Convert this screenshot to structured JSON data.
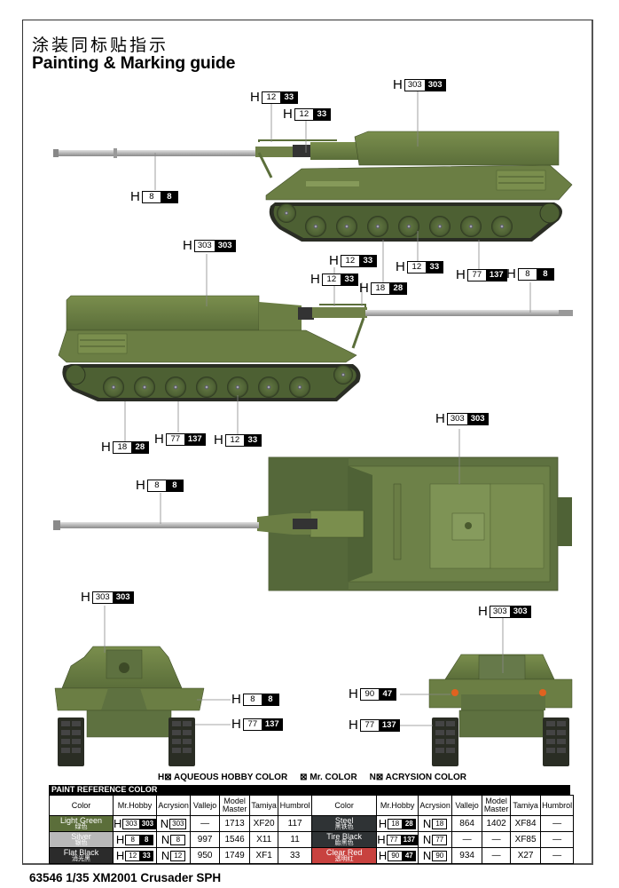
{
  "header": {
    "title_cn": "涂装同标贴指示",
    "title_en": "Painting & Marking guide"
  },
  "colors": {
    "light_green": "#5b6e3a",
    "hull_green": "#6a7d45",
    "hull_light": "#7d9152",
    "hull_dark": "#4a5a2e",
    "silver": "#b9b9b9",
    "flat_black": "#2b2b2b",
    "steel": "#2f3335",
    "tire_black": "#2f3335",
    "clear_red": "#c8423f"
  },
  "callouts": [
    {
      "view": "side-right",
      "h": "H",
      "w": "12",
      "b": "33"
    },
    {
      "view": "side-right",
      "h": "H",
      "w": "12",
      "b": "33"
    },
    {
      "view": "side-right",
      "h": "H",
      "w": "303",
      "b": "303"
    },
    {
      "view": "side-right",
      "h": "H",
      "w": "8",
      "b": "8"
    },
    {
      "view": "side-right",
      "h": "H",
      "w": "12",
      "b": "33"
    },
    {
      "view": "side-right",
      "h": "H",
      "w": "18",
      "b": "28"
    },
    {
      "view": "side-right",
      "h": "H",
      "w": "12",
      "b": "33"
    },
    {
      "view": "side-right",
      "h": "H",
      "w": "77",
      "b": "137"
    },
    {
      "view": "side-left",
      "h": "H",
      "w": "8",
      "b": "8"
    },
    {
      "view": "side-left",
      "h": "H",
      "w": "303",
      "b": "303"
    },
    {
      "view": "side-left",
      "h": "H",
      "w": "12",
      "b": "33"
    },
    {
      "view": "side-left",
      "h": "H",
      "w": "18",
      "b": "28"
    },
    {
      "view": "side-left",
      "h": "H",
      "w": "77",
      "b": "137"
    },
    {
      "view": "side-left",
      "h": "H",
      "w": "12",
      "b": "33"
    },
    {
      "view": "top",
      "h": "H",
      "w": "303",
      "b": "303"
    },
    {
      "view": "top",
      "h": "H",
      "w": "8",
      "b": "8"
    },
    {
      "view": "front",
      "h": "H",
      "w": "303",
      "b": "303"
    },
    {
      "view": "front",
      "h": "H",
      "w": "8",
      "b": "8"
    },
    {
      "view": "front",
      "h": "H",
      "w": "77",
      "b": "137"
    },
    {
      "view": "rear",
      "h": "H",
      "w": "303",
      "b": "303"
    },
    {
      "view": "rear",
      "h": "H",
      "w": "90",
      "b": "47"
    },
    {
      "view": "rear",
      "h": "H",
      "w": "77",
      "b": "137"
    }
  ],
  "legend": {
    "aqueous": "H⊠ AQUEOUS HOBBY COLOR",
    "mr_color": "⊠ Mr. COLOR",
    "acrysion": "N⊠ ACRYSION COLOR"
  },
  "paint_table": {
    "title": "PAINT  REFERENCE COLOR",
    "headers": [
      "Color",
      "Mr.Hobby",
      "Acrysion",
      "Vallejo",
      "Model Master",
      "Tamiya",
      "Humbrol"
    ],
    "left": [
      {
        "name": "Light Green",
        "cn": "绿色",
        "swatch": "#5b6e3a",
        "mh_w": "303",
        "mh_b": "303",
        "acr": "303",
        "vallejo": "—",
        "model_master": "1713",
        "tamiya": "XF20",
        "humbrol": "117"
      },
      {
        "name": "Silver",
        "cn": "银色",
        "swatch": "#b9b9b9",
        "mh_w": "8",
        "mh_b": "8",
        "acr": "8",
        "vallejo": "997",
        "model_master": "1546",
        "tamiya": "X11",
        "humbrol": "11"
      },
      {
        "name": "Flat Black",
        "cn": "消光黑",
        "swatch": "#2b2b2b",
        "mh_w": "12",
        "mh_b": "33",
        "acr": "12",
        "vallejo": "950",
        "model_master": "1749",
        "tamiya": "XF1",
        "humbrol": "33"
      }
    ],
    "right": [
      {
        "name": "Steel",
        "cn": "黑铁色",
        "swatch": "#2f3335",
        "mh_w": "18",
        "mh_b": "28",
        "acr": "18",
        "vallejo": "864",
        "model_master": "1402",
        "tamiya": "XF84",
        "humbrol": "—"
      },
      {
        "name": "Tire Black",
        "cn": "胎黑色",
        "swatch": "#2f3335",
        "mh_w": "77",
        "mh_b": "137",
        "acr": "77",
        "vallejo": "—",
        "model_master": "—",
        "tamiya": "XF85",
        "humbrol": "—"
      },
      {
        "name": "Clear Red",
        "cn": "透明红",
        "swatch": "#c8423f",
        "mh_w": "90",
        "mh_b": "47",
        "acr": "90",
        "vallejo": "934",
        "model_master": "—",
        "tamiya": "X27",
        "humbrol": "—"
      }
    ]
  },
  "footer": {
    "product": "63546 1/35 XM2001 Crusader SPH"
  }
}
